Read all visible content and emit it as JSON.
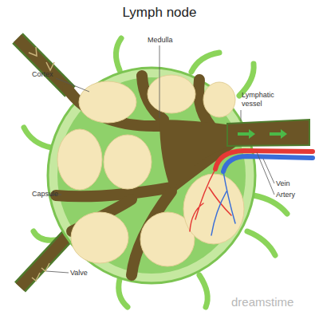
{
  "diagram": {
    "title": "Lymph node",
    "labels": [
      "Medulla",
      "Cortex",
      "Lymphatic vessel",
      "Capsule",
      "Vein",
      "Artery",
      "Valve",
      "dreamstime"
    ]
  }
}
